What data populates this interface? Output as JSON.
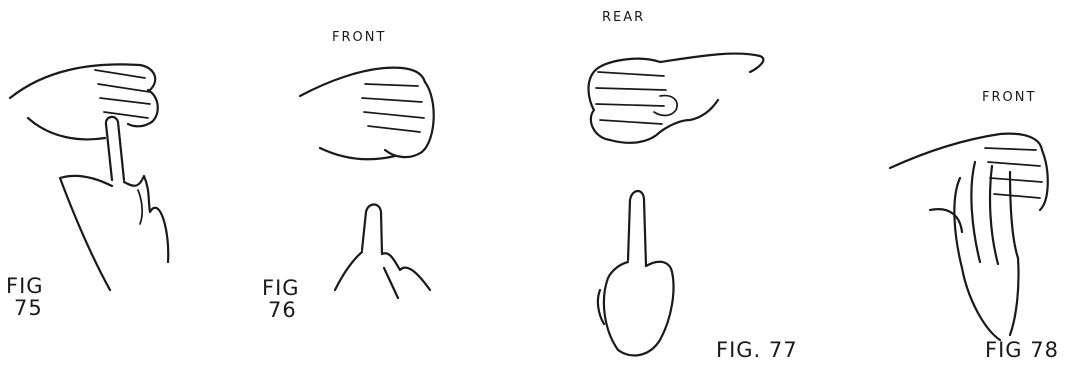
{
  "figures": [
    {
      "caption_line1": "FIG",
      "caption_line2": "75"
    },
    {
      "view_label": "FRONT",
      "caption_line1": "FIG",
      "caption_line2": "76"
    },
    {
      "view_label": "REAR",
      "caption": "FIG. 77"
    },
    {
      "view_label": "FRONT",
      "caption": "FIG 78"
    }
  ]
}
